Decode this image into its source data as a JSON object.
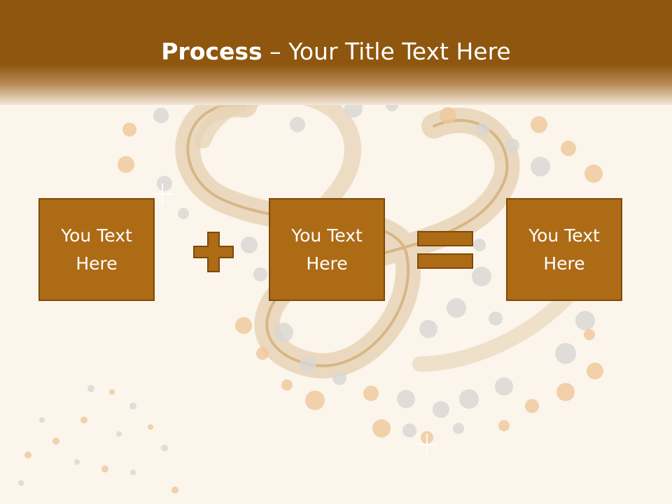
{
  "slide": {
    "title_main": "Process",
    "title_dash": " – ",
    "title_sub": "Your Title Text Here"
  },
  "process": {
    "boxes": [
      {
        "text": "You Text Here"
      },
      {
        "text": "You Text Here"
      },
      {
        "text": "You Text Here"
      }
    ],
    "operators": [
      "plus-icon",
      "equals-icon"
    ]
  },
  "colors": {
    "header": "#8e560e",
    "box_fill": "#ad6b16",
    "box_border": "#7d4a0b",
    "background": "#fbf5ec"
  }
}
